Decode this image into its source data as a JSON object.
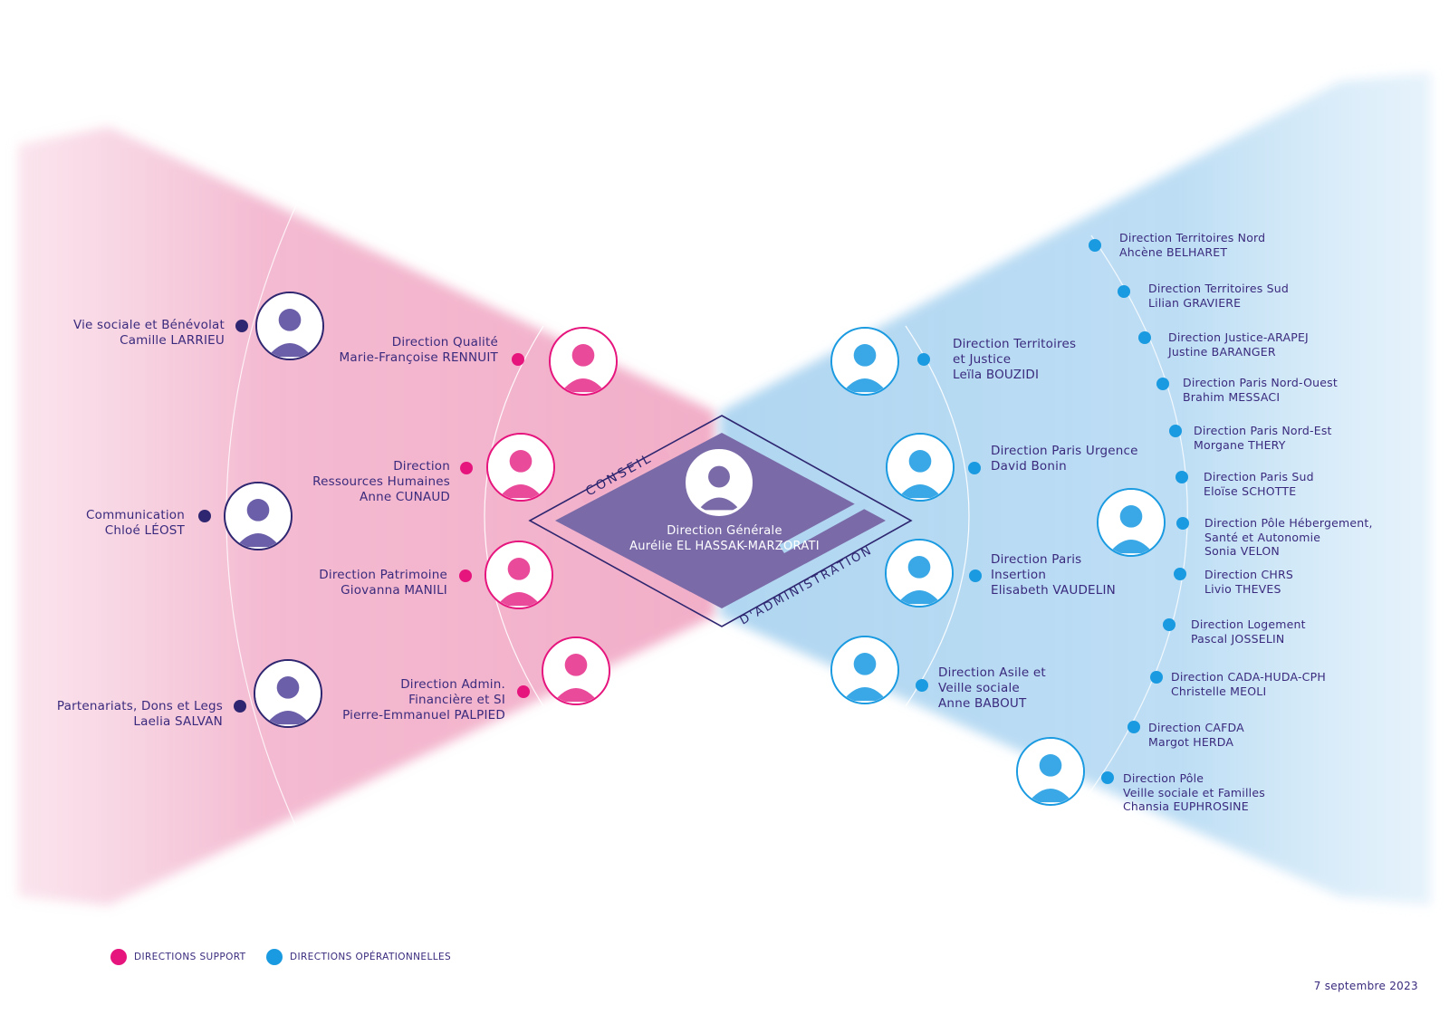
{
  "colors": {
    "support": "#e6147d",
    "support_field": "#f2b3cc",
    "operational": "#1a9ae0",
    "operational_field": "#b6daf3",
    "navy": "#2e2670",
    "diamond": "#7a6aa8"
  },
  "center": {
    "title": "Direction Générale",
    "name": "Aurélie EL HASSAK-MARZORATI",
    "frame_top": "CONSEIL",
    "frame_bottom": "D'ADMINISTRATION",
    "icon": "person-avatar-icon"
  },
  "support_outer": [
    {
      "lines": [
        "Vie sociale et Bénévolat",
        "Camille LARRIEU"
      ]
    },
    {
      "lines": [
        "Communication",
        "Chloé LÉOST"
      ]
    },
    {
      "lines": [
        "Partenariats, Dons et Legs",
        "Laelia SALVAN"
      ]
    }
  ],
  "support_inner": [
    {
      "lines": [
        "Direction Qualité",
        "Marie-Françoise RENNUIT"
      ]
    },
    {
      "lines": [
        "Direction",
        "Ressources Humaines",
        "Anne CUNAUD"
      ]
    },
    {
      "lines": [
        "Direction Patrimoine",
        "Giovanna MANILI"
      ]
    },
    {
      "lines": [
        "Direction Admin.",
        "Financière et SI",
        "Pierre-Emmanuel PALPIED"
      ]
    }
  ],
  "operational_inner": [
    {
      "lines": [
        "Direction Territoires",
        "et Justice",
        "Leïla BOUZIDI"
      ]
    },
    {
      "lines": [
        "Direction Paris Urgence",
        "David Bonin"
      ]
    },
    {
      "lines": [
        "Direction Paris",
        "Insertion",
        "Elisabeth VAUDELIN"
      ]
    },
    {
      "lines": [
        "Direction Asile et",
        "Veille sociale",
        "Anne BABOUT"
      ]
    }
  ],
  "operational_outer": [
    {
      "lines": [
        "Direction Territoires Nord",
        "Ahcène BELHARET"
      ]
    },
    {
      "lines": [
        "Direction Territoires Sud",
        "Lilian GRAVIERE"
      ]
    },
    {
      "lines": [
        "Direction Justice-ARAPEJ",
        "Justine BARANGER"
      ]
    },
    {
      "lines": [
        "Direction Paris Nord-Ouest",
        "Brahim MESSACI"
      ]
    },
    {
      "lines": [
        "Direction Paris Nord-Est",
        "Morgane THERY"
      ]
    },
    {
      "lines": [
        "Direction Paris Sud",
        "Eloïse SCHOTTE"
      ]
    },
    {
      "lines": [
        "Direction Pôle Hébergement,",
        "Santé et Autonomie",
        "Sonia VELON"
      ]
    },
    {
      "lines": [
        "Direction CHRS",
        "Livio THEVES"
      ]
    },
    {
      "lines": [
        "Direction Logement",
        "Pascal JOSSELIN"
      ]
    },
    {
      "lines": [
        "Direction CADA-HUDA-CPH",
        "Christelle MEOLI"
      ]
    },
    {
      "lines": [
        "Direction CAFDA",
        "Margot HERDA"
      ]
    },
    {
      "lines": [
        "Direction Pôle",
        "Veille sociale et Familles",
        "Chansia EUPHROSINE"
      ]
    }
  ],
  "legend": {
    "support": "DIRECTIONS SUPPORT",
    "operational": "DIRECTIONS OPÉRATIONNELLES"
  },
  "date": "7 septembre 2023"
}
